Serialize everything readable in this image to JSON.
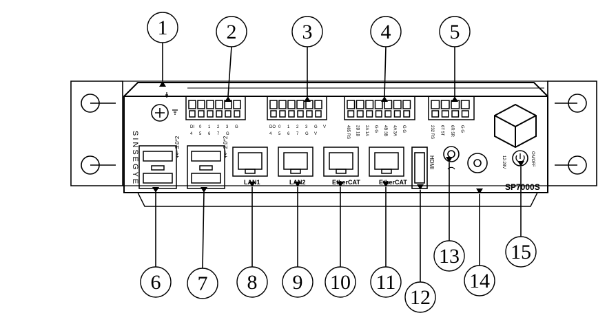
{
  "brand": "SINSEGYE",
  "model": "SP7000S",
  "callouts": [
    {
      "num": "1"
    },
    {
      "num": "2"
    },
    {
      "num": "3"
    },
    {
      "num": "4"
    },
    {
      "num": "5"
    },
    {
      "num": "6"
    },
    {
      "num": "7"
    },
    {
      "num": "8"
    },
    {
      "num": "9"
    },
    {
      "num": "10"
    },
    {
      "num": "11"
    },
    {
      "num": "12"
    },
    {
      "num": "13"
    },
    {
      "num": "14"
    },
    {
      "num": "15"
    }
  ],
  "connectors": {
    "c2": {
      "row1": [
        "DI",
        "4",
        "0",
        "5",
        "1",
        "6",
        "2",
        "7",
        "3",
        "G",
        "G"
      ]
    },
    "c3": {
      "row1": [
        "DO",
        "4",
        "0",
        "5",
        "1",
        "6",
        "2",
        "7",
        "3",
        "G",
        "G",
        "V",
        "V"
      ]
    },
    "c4": {
      "labels": [
        "485 RS",
        "2B 1B",
        "2A 1A",
        "G G",
        "4B 3B",
        "4A 3A",
        "G G"
      ]
    },
    "c5": {
      "labels": [
        "232 RS",
        "6T 5T",
        "6R 5R",
        "G G"
      ]
    }
  },
  "ports": {
    "usb1": "+⇠ 3.0*2",
    "usb2": "+⇠ 2.0*2",
    "lan1": "LAN1",
    "lan2": "LAN2",
    "ethercat1": "EtherCAT",
    "ethercat2": "EtherCAT",
    "hdmi": "HDMI",
    "power": "12-28V",
    "onoff": "ON/OFF"
  },
  "colors": {
    "line": "#000000",
    "background": "#ffffff"
  }
}
